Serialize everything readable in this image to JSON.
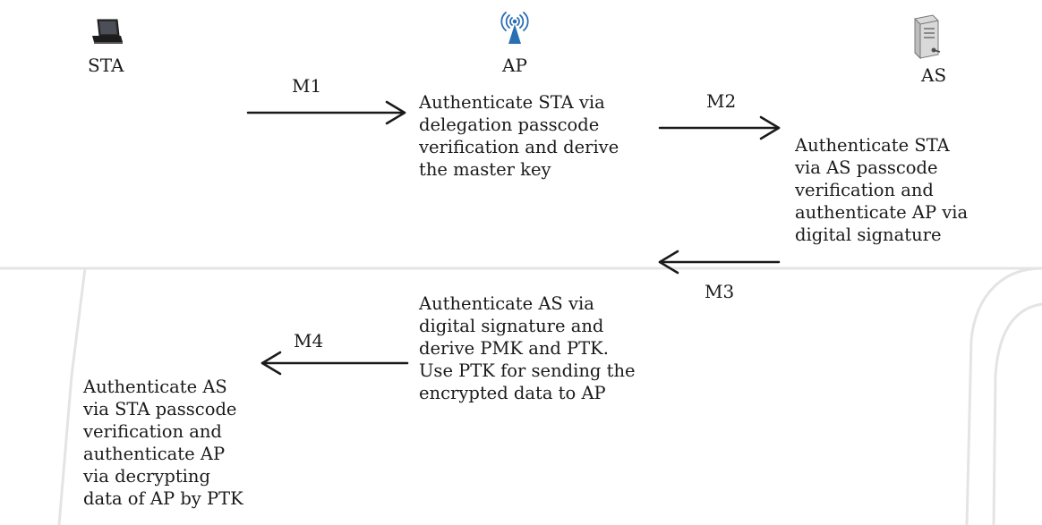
{
  "colors": {
    "ink": "#1a1a1a",
    "watermark": "#e4e4e4",
    "antenna": "#2b6fb3"
  },
  "entities": {
    "sta": {
      "label": "STA",
      "icon": "laptop-icon"
    },
    "ap": {
      "label": "AP",
      "icon": "wireless-antenna-icon"
    },
    "as": {
      "label": "AS",
      "icon": "server-icon"
    }
  },
  "messages": {
    "m1": {
      "label": "M1",
      "direction": "right"
    },
    "m2": {
      "label": "M2",
      "direction": "right"
    },
    "m3": {
      "label": "M3",
      "direction": "left"
    },
    "m4": {
      "label": "M4",
      "direction": "left"
    }
  },
  "steps": {
    "ap_first": [
      "Authenticate STA via",
      "delegation passcode",
      "verification and derive",
      "the master key"
    ],
    "as_verify": [
      "Authenticate STA",
      "via AS passcode",
      "verification and",
      "authenticate AP via",
      "digital signature"
    ],
    "ap_second": [
      "Authenticate AS via",
      "digital signature and",
      "derive PMK and PTK.",
      "Use PTK for sending the",
      "encrypted data to AP"
    ],
    "sta_final": [
      "Authenticate AS",
      "via STA passcode",
      "verification and",
      "authenticate AP",
      "via decrypting",
      "data of AP by PTK"
    ]
  }
}
